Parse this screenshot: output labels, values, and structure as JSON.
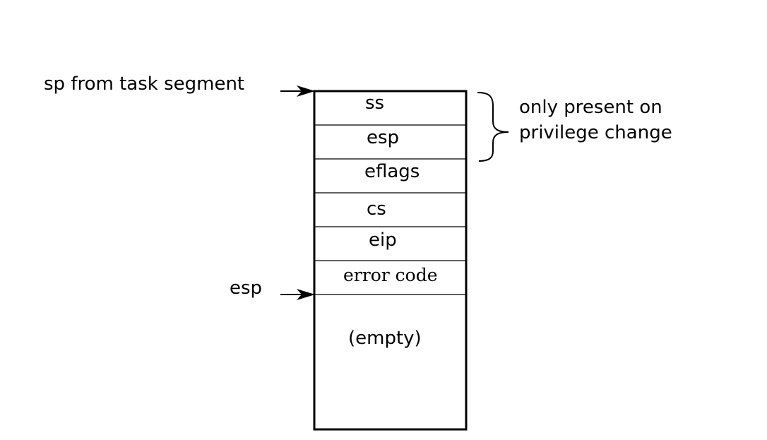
{
  "left_labels": {
    "sp_from_task_segment": "sp from task segment",
    "esp": "esp"
  },
  "stack": {
    "cells": [
      "ss",
      "esp",
      "eflags",
      "cs",
      "eip",
      "error code"
    ],
    "empty": "(empty)"
  },
  "brace_note": {
    "line1": "only present on",
    "line2": "privilege change"
  }
}
